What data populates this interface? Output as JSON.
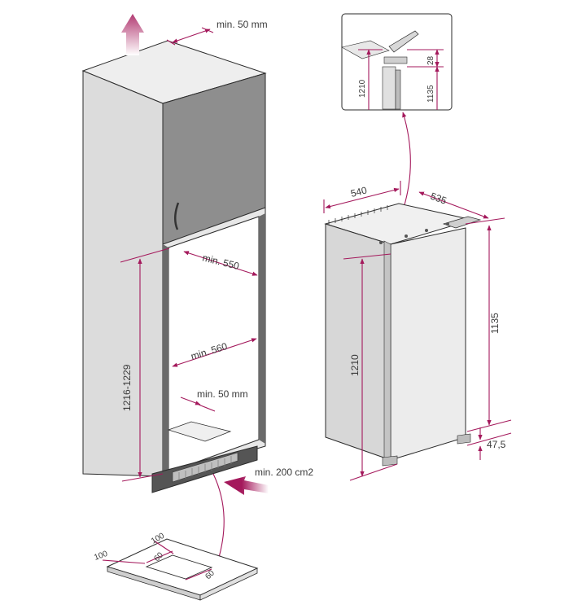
{
  "colors": {
    "dimension_line": "#a4195c",
    "cabinet_side": "#d9d9d9",
    "cabinet_front": "#e9e9e9",
    "upper_door": "#8a8a8a",
    "plinth": "#555555",
    "appliance_front": "#ececec",
    "appliance_side": "#d6d6d6"
  },
  "labels": {
    "top_vent_gap": "min. 50 mm",
    "niche_depth": "min. 550",
    "niche_width": "min. 560",
    "rear_gap": "min. 50 mm",
    "niche_height": "1216-1229",
    "plinth_vent_area": "min. 200 cm2",
    "detail_total_height": "1210",
    "detail_gap": "28",
    "detail_body_height": "1135",
    "appliance_width": "540",
    "appliance_depth": "535",
    "appliance_body_height": "1135",
    "appliance_total_height": "1210",
    "appliance_foot_height": "47,5",
    "grille_margin_a": "100",
    "grille_margin_b": "100",
    "grille_opening_a": "60",
    "grille_opening_b": "60"
  },
  "icons": {
    "airflow_up": "arrow-up-icon",
    "airflow_in": "arrow-right-icon"
  }
}
